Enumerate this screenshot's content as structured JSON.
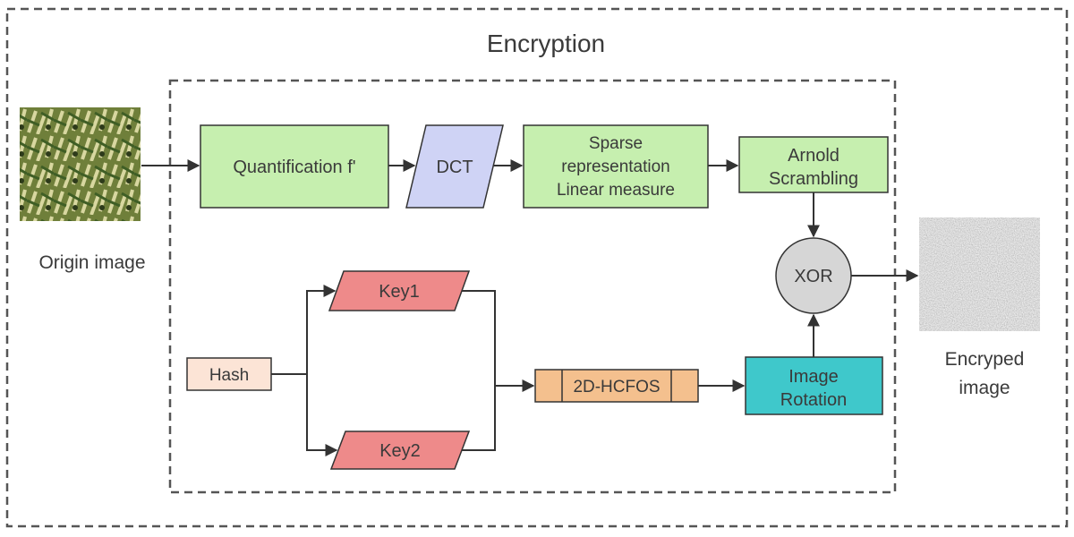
{
  "title": "Encryption",
  "origin_image": {
    "label": "Origin image"
  },
  "encrypted_image": {
    "label_line1": "Encryped",
    "label_line2": "image"
  },
  "nodes": {
    "quantification": {
      "label": "Quantification f'",
      "color": "#c6efaf"
    },
    "dct": {
      "label": "DCT",
      "color": "#cfd3f5"
    },
    "sparse": {
      "line1": "Sparse",
      "line2": "representation",
      "line3": "Linear measure",
      "color": "#c6efaf"
    },
    "arnold": {
      "line1": "Arnold",
      "line2": "Scrambling",
      "color": "#c6efaf"
    },
    "xor": {
      "label": "XOR",
      "color": "#d6d6d6"
    },
    "hash": {
      "label": "Hash",
      "color": "#fce4d6"
    },
    "key1": {
      "label": "Key1",
      "color": "#ee8a8a"
    },
    "key2": {
      "label": "Key2",
      "color": "#ee8a8a"
    },
    "hcfos": {
      "label": "2D-HCFOS",
      "color": "#f4c08e"
    },
    "rotation": {
      "line1": "Image",
      "line2": "Rotation",
      "color": "#3fc8cb"
    }
  }
}
